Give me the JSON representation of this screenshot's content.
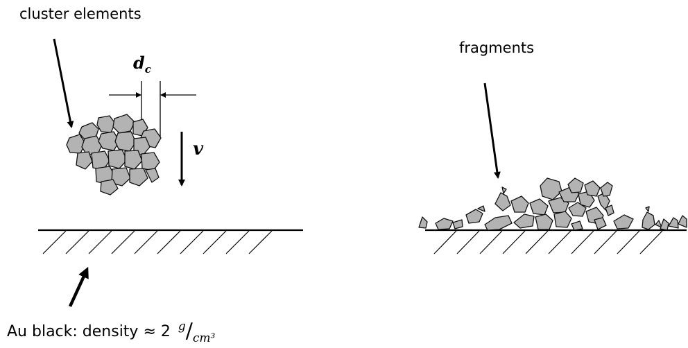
{
  "labels": {
    "cluster_elements": "cluster elements",
    "fragments": "fragments",
    "dc_main": "d",
    "dc_sub": "c",
    "velocity": "v",
    "au_black_text": "Au black: density ≈ 2",
    "unit_num": "g",
    "unit_den": "cm³"
  }
}
